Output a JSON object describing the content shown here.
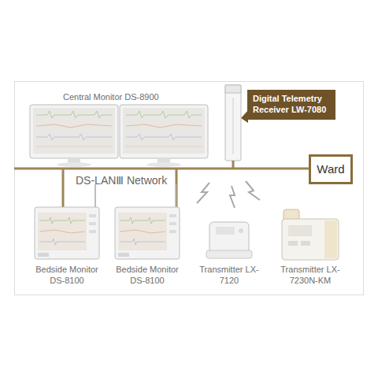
{
  "diagram": {
    "nodes": [
      {
        "text": [
          "Digital Telemetry Receiver LW-7080"
        ]
      },
      {
        "text": [
          "Ward"
        ]
      }
    ],
    "labels": [
      "Central Monitor DS-8900",
      "DS-LANⅢ Network",
      "Bedside Monitor DS-8100",
      "Bedside Monitor DS-8100",
      "Transmitter LX-7120",
      "Transmitter LX-7230N-KM"
    ]
  }
}
